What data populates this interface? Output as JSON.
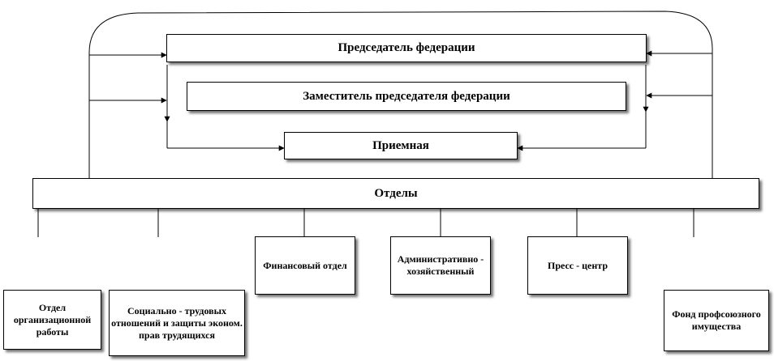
{
  "nodes": {
    "chairman": "Председатель федерации",
    "deputy": "Заместитель председателя федерации",
    "reception": "Приемная",
    "departments": "Отделы",
    "finance": "Финансовый отдел",
    "admin": "Административно - хозяйственный",
    "press": "Пресс - центр",
    "org_work": "Отдел организационной работы",
    "social": "Социально - трудовых отношений и защиты эконом. прав трудящихся",
    "fund": "Фонд профсоюзного имущества"
  },
  "colors": {
    "line": "#000000",
    "box_fill": "#ffffff",
    "shadow": "#555555"
  }
}
